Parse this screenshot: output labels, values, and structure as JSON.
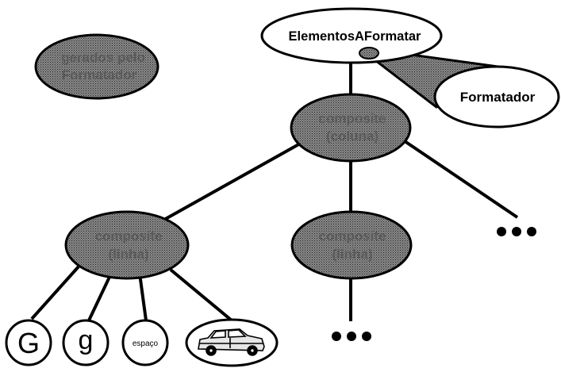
{
  "diagram": {
    "legend": {
      "line1": "gerados pelo",
      "line2": "Formatador"
    },
    "root": {
      "label": "ElementosAFormatar"
    },
    "formatter": {
      "label": "Formatador"
    },
    "column": {
      "line1": "composite",
      "line2": "(coluna)"
    },
    "row_left": {
      "line1": "composite",
      "line2": "(linha)"
    },
    "row_mid": {
      "line1": "composite",
      "line2": "(linha)"
    },
    "leaves": {
      "g_upper": "G",
      "g_lower": "g",
      "space": "espaço"
    },
    "colors": {
      "generated_fill": "#6e6e6e",
      "outline": "#000000",
      "plain_fill": "#ffffff"
    }
  }
}
